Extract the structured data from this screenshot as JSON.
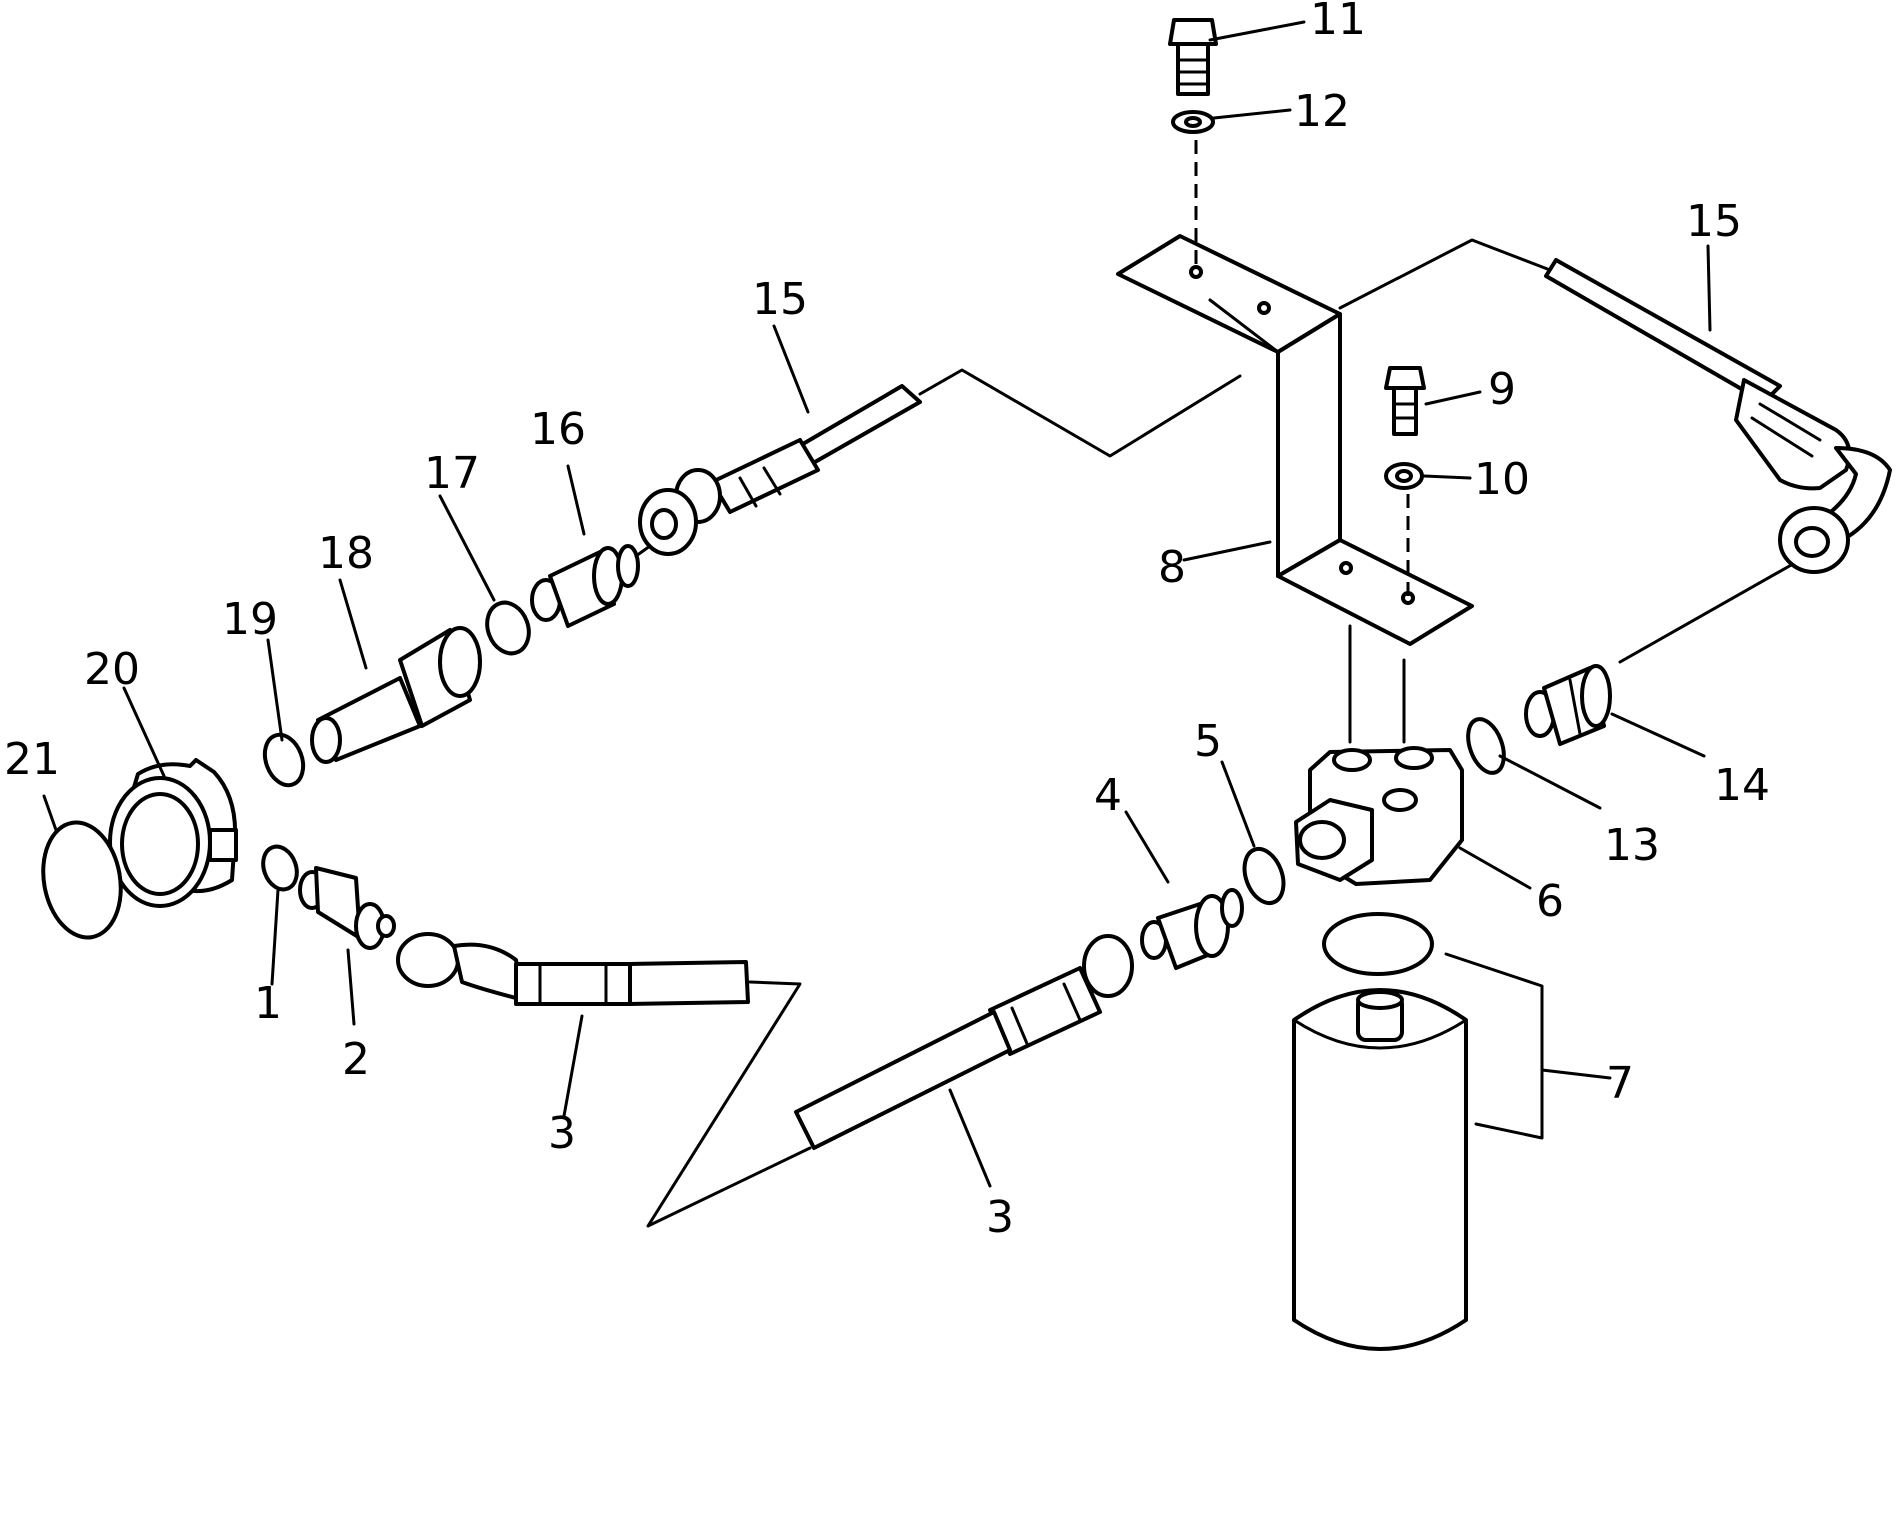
{
  "callouts": {
    "c1": "1",
    "c2": "2",
    "c3a": "3",
    "c3b": "3",
    "c4": "4",
    "c5": "5",
    "c6": "6",
    "c7": "7",
    "c8": "8",
    "c9": "9",
    "c10": "10",
    "c11": "11",
    "c12": "12",
    "c13": "13",
    "c14": "14",
    "c15a": "15",
    "c15b": "15",
    "c16": "16",
    "c17": "17",
    "c18": "18",
    "c19": "19",
    "c20": "20",
    "c21": "21"
  },
  "colors": {
    "line": "#000000",
    "background": "#ffffff"
  }
}
